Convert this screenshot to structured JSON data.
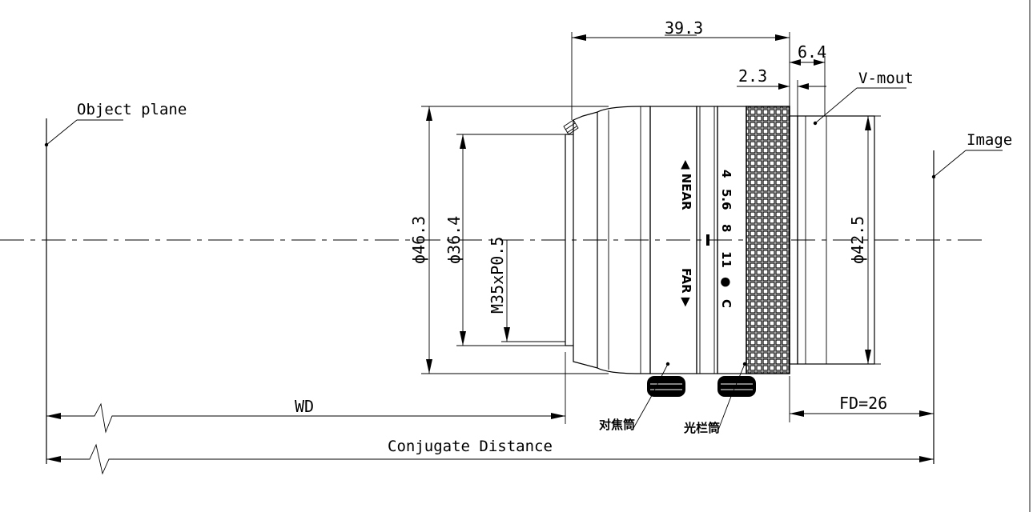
{
  "dimensions": {
    "overall_length": "39.3",
    "mount_length": "6.4",
    "offset": "2.3",
    "outer_diameter": "ϕ46.3",
    "front_diameter": "ϕ36.4",
    "filter_thread": "M35xP0.5",
    "rear_diameter": "ϕ42.5"
  },
  "labels": {
    "object_plane": "Object plane",
    "image": "Image",
    "mount": "V-mout",
    "wd": "WD",
    "fd": "FD=26",
    "conjugate": "Conjugate Distance",
    "focus_ring": "对焦筒",
    "iris_ring": "光栏筒"
  },
  "lens_markings": {
    "near": "◀ NEAR",
    "far": "FAR ▶",
    "f_stops": [
      "4",
      "5.6",
      "8",
      "11",
      "●",
      "C"
    ]
  }
}
